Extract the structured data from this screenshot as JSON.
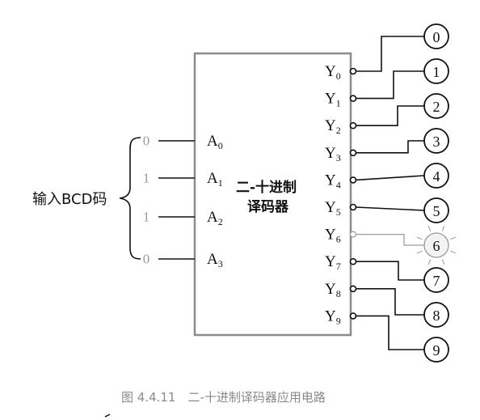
{
  "input_group_label": "输入BCD码",
  "decoder": {
    "label_line1": "二-十进制",
    "label_line2": "译码器"
  },
  "inputs": [
    {
      "bit": "0",
      "name": "A",
      "sub": "0"
    },
    {
      "bit": "1",
      "name": "A",
      "sub": "1"
    },
    {
      "bit": "1",
      "name": "A",
      "sub": "2"
    },
    {
      "bit": "0",
      "name": "A",
      "sub": "3"
    }
  ],
  "outputs": [
    {
      "name": "Y",
      "sub": "0",
      "indicator": "0",
      "lit": false
    },
    {
      "name": "Y",
      "sub": "1",
      "indicator": "1",
      "lit": false
    },
    {
      "name": "Y",
      "sub": "2",
      "indicator": "2",
      "lit": false
    },
    {
      "name": "Y",
      "sub": "3",
      "indicator": "3",
      "lit": false
    },
    {
      "name": "Y",
      "sub": "4",
      "indicator": "4",
      "lit": false
    },
    {
      "name": "Y",
      "sub": "5",
      "indicator": "5",
      "lit": false
    },
    {
      "name": "Y",
      "sub": "6",
      "indicator": "6",
      "lit": true
    },
    {
      "name": "Y",
      "sub": "7",
      "indicator": "7",
      "lit": false
    },
    {
      "name": "Y",
      "sub": "8",
      "indicator": "8",
      "lit": false
    },
    {
      "name": "Y",
      "sub": "9",
      "indicator": "9",
      "lit": false
    }
  ],
  "caption": "图 4.4.11　二-十进制译码器应用电路",
  "colors": {
    "line": "#111111",
    "box_border": "#8c8c8c",
    "dim": "#9a9a9a",
    "lit_fill": "#f3f3f3"
  }
}
